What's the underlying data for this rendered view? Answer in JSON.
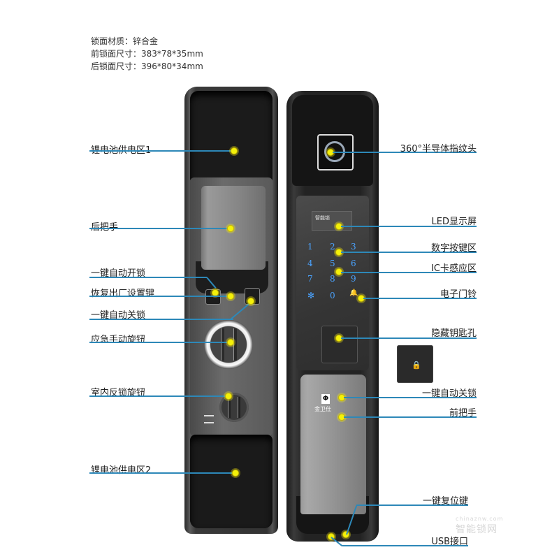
{
  "specs": {
    "material": "锁面材质：锌合金",
    "front_size": "前锁面尺寸：383*78*35mm",
    "back_size": "后锁面尺寸：396*80*34mm"
  },
  "left_labels": [
    {
      "text": "锂电池供电区1"
    },
    {
      "text": "后把手"
    },
    {
      "text": "一键自动开锁"
    },
    {
      "text": "恢复出厂设置键"
    },
    {
      "text": "一键自动关锁"
    },
    {
      "text": "应急手动旋钮"
    },
    {
      "text": "室内反锁旋钮"
    },
    {
      "text": "锂电池供电区2"
    }
  ],
  "right_labels": [
    {
      "text": "360°半导体指纹头"
    },
    {
      "text": "LED显示屏"
    },
    {
      "text": "数字按键区"
    },
    {
      "text": "IC卡感应区"
    },
    {
      "text": "电子门铃"
    },
    {
      "text": "隐藏钥匙孔"
    },
    {
      "text": "一键自动关锁"
    },
    {
      "text": "前把手"
    },
    {
      "text": "一键复位键"
    },
    {
      "text": "USB接口"
    }
  ],
  "keypad": {
    "keys": [
      "1",
      "2",
      "3",
      "4",
      "5",
      "6",
      "7",
      "8",
      "9",
      "✻",
      "0",
      "🔔"
    ]
  },
  "led_display": {
    "text": "智能锁"
  },
  "brand": {
    "logo": "Φ",
    "name": "金卫仕"
  },
  "watermark": {
    "domain": "chinaznw.com",
    "name": "智能锁网"
  },
  "colors": {
    "callout_line": "#2d88b8",
    "marker": "#f4f10a",
    "keypad_digits": "#4aa3ff"
  }
}
